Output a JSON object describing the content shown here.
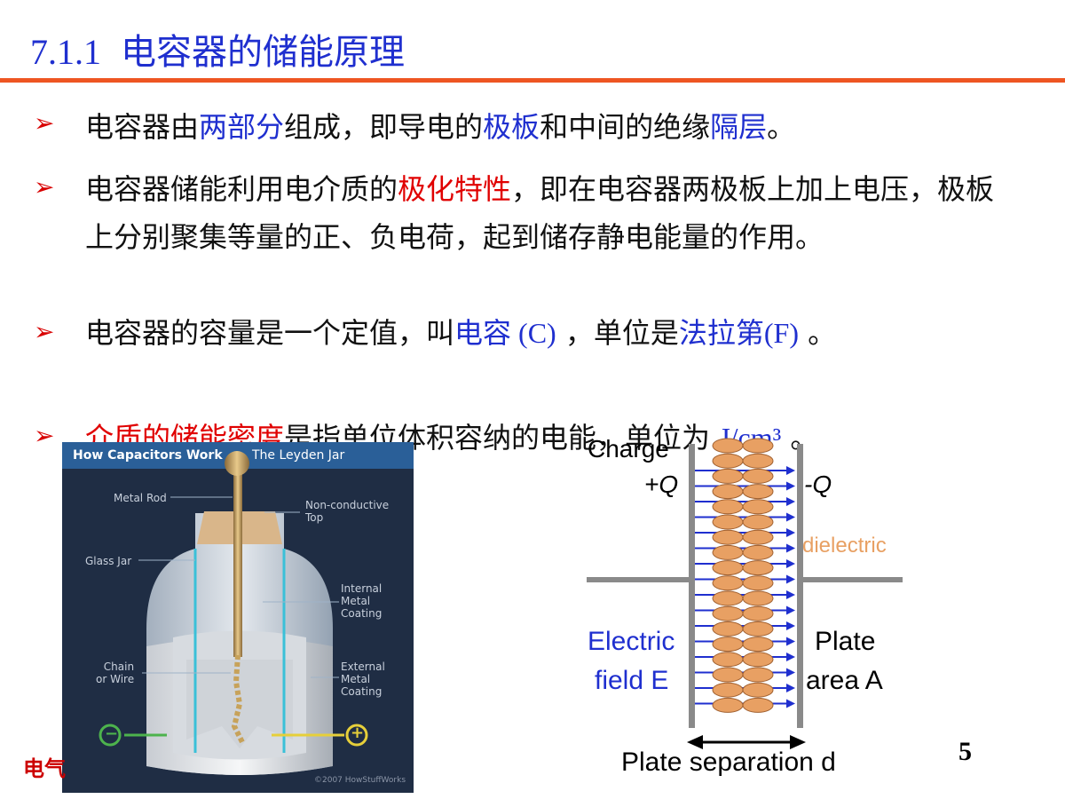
{
  "title": {
    "number": "7.1.1",
    "text": "电容器的储能原理"
  },
  "bullets": [
    {
      "parts": [
        {
          "t": "电容器由",
          "c": ""
        },
        {
          "t": "两部分",
          "c": "blue"
        },
        {
          "t": "组成，即导电的",
          "c": ""
        },
        {
          "t": "极板",
          "c": "blue"
        },
        {
          "t": "和中间的绝缘",
          "c": ""
        },
        {
          "t": "隔层",
          "c": "blue"
        },
        {
          "t": "。",
          "c": ""
        }
      ]
    },
    {
      "parts": [
        {
          "t": "电容器储能利用电介质的",
          "c": ""
        },
        {
          "t": "极化特性",
          "c": "red"
        },
        {
          "t": "，即在电容器两极板上加上电压，极板上分别聚集等量的正、负电荷，起到储存静电能量的作用。",
          "c": ""
        }
      ]
    },
    {
      "parts": [
        {
          "t": "电容器的容量是一个定值，叫",
          "c": ""
        },
        {
          "t": "电容",
          "c": "blue"
        },
        {
          "t": " (C)",
          "c": "blue serif"
        },
        {
          "t": " ，单位是",
          "c": ""
        },
        {
          "t": "法拉第",
          "c": "blue"
        },
        {
          "t": "(F)",
          "c": "blue serif"
        },
        {
          "t": " 。",
          "c": ""
        }
      ]
    },
    {
      "parts": [
        {
          "t": "介质的储能密度",
          "c": "red"
        },
        {
          "t": "是指单位体积容纳的电能，单位为 ",
          "c": ""
        },
        {
          "t": "J/cm³",
          "c": "blue serif"
        },
        {
          "t": " 。",
          "c": ""
        }
      ]
    }
  ],
  "leyden": {
    "header_left": "How Capacitors Work",
    "header_right": "The Leyden Jar",
    "labels": {
      "metal_rod": "Metal Rod",
      "non_conductive_top": "Non-conductive\nTop",
      "glass_jar": "Glass Jar",
      "internal_coating": "Internal\nMetal\nCoating",
      "chain": "Chain\nor Wire",
      "external_coating": "External\nMetal\nCoating"
    },
    "minus": "−",
    "plus": "+",
    "copyright": "©2007 HowStuffWorks"
  },
  "diagram": {
    "charge": "Charge",
    "plus_q": "+Q",
    "minus_q": "-Q",
    "dielectric": "dielectric",
    "electric": "Electric",
    "field": "field E",
    "plate": "Plate",
    "area": "area A",
    "separation": "Plate separation d"
  },
  "footer": {
    "left": "电气",
    "page": "5"
  },
  "colors": {
    "blue": "#1f2fcf",
    "red": "#e00000",
    "rule": "#ee5522",
    "dielectric": "#e8a063"
  }
}
